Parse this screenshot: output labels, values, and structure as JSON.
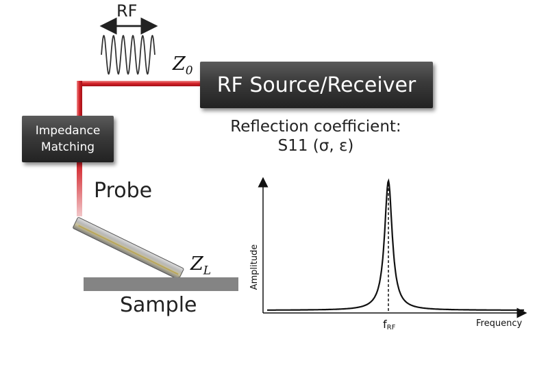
{
  "rf_label": "RF",
  "z0_label": {
    "base": "Z",
    "sub": "0"
  },
  "zl_label": {
    "base": "Z",
    "sub": "L"
  },
  "source_box": {
    "label": "RF Source/Receiver"
  },
  "impedance_box": {
    "line1": "Impedance",
    "line2": "Matching"
  },
  "reflection": {
    "title": "Reflection coefficient:",
    "value": "S11 (σ, ε)"
  },
  "probe_label": "Probe",
  "sample_label": "Sample",
  "colors": {
    "cable": "#d21f26",
    "box_dark": "#2b2b2b",
    "sample": "#848484",
    "curve": "#111111"
  },
  "chart_data": {
    "type": "line",
    "title": "",
    "xlabel": "Frequency",
    "ylabel": "Amplitude",
    "x_tick_labels": [
      {
        "base": "f",
        "sub": "RF"
      }
    ],
    "peak_marker": "dashed vertical line at resonance",
    "series": [
      {
        "x": [
          0,
          0.5,
          0.6,
          0.65,
          0.7,
          0.72,
          0.74,
          0.76,
          0.78,
          0.8,
          0.85,
          1.0
        ],
        "y": [
          0.01,
          0.03,
          0.06,
          0.12,
          0.3,
          0.5,
          0.85,
          0.5,
          0.3,
          0.12,
          0.05,
          0.01
        ]
      }
    ]
  }
}
